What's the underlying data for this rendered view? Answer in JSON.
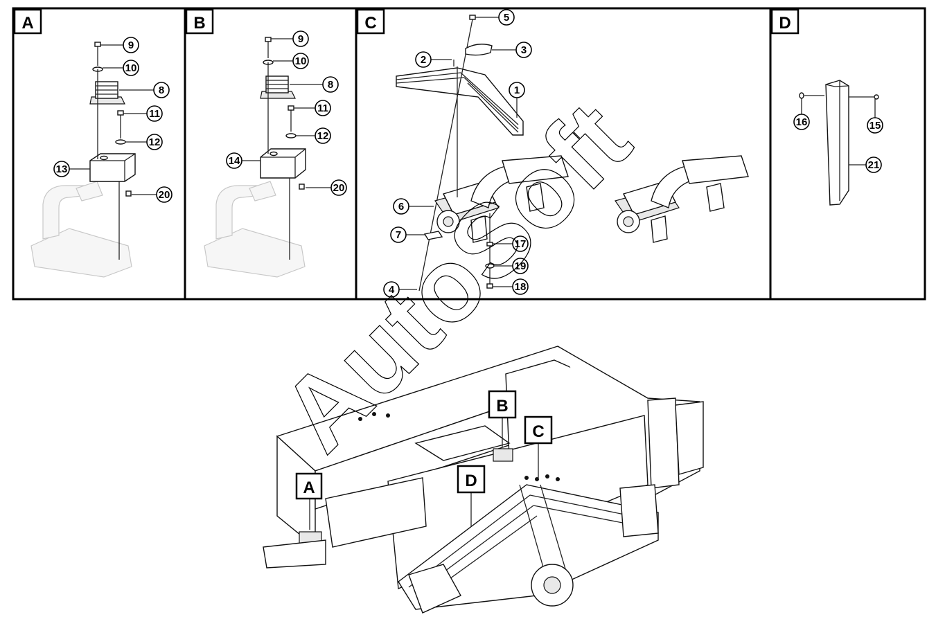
{
  "panels": [
    {
      "id": "A",
      "label": "A"
    },
    {
      "id": "B",
      "label": "B"
    },
    {
      "id": "C",
      "label": "C"
    },
    {
      "id": "D",
      "label": "D"
    }
  ],
  "callouts": {
    "A": [
      "9",
      "10",
      "8",
      "11",
      "12",
      "13",
      "20"
    ],
    "B": [
      "9",
      "10",
      "8",
      "11",
      "12",
      "14",
      "20"
    ],
    "C": [
      "5",
      "3",
      "2",
      "1",
      "6",
      "7",
      "17",
      "19",
      "4",
      "18"
    ],
    "D": [
      "16",
      "15",
      "21"
    ]
  },
  "location_markers": [
    "A",
    "B",
    "C",
    "D"
  ],
  "watermark": "AutoSoft"
}
